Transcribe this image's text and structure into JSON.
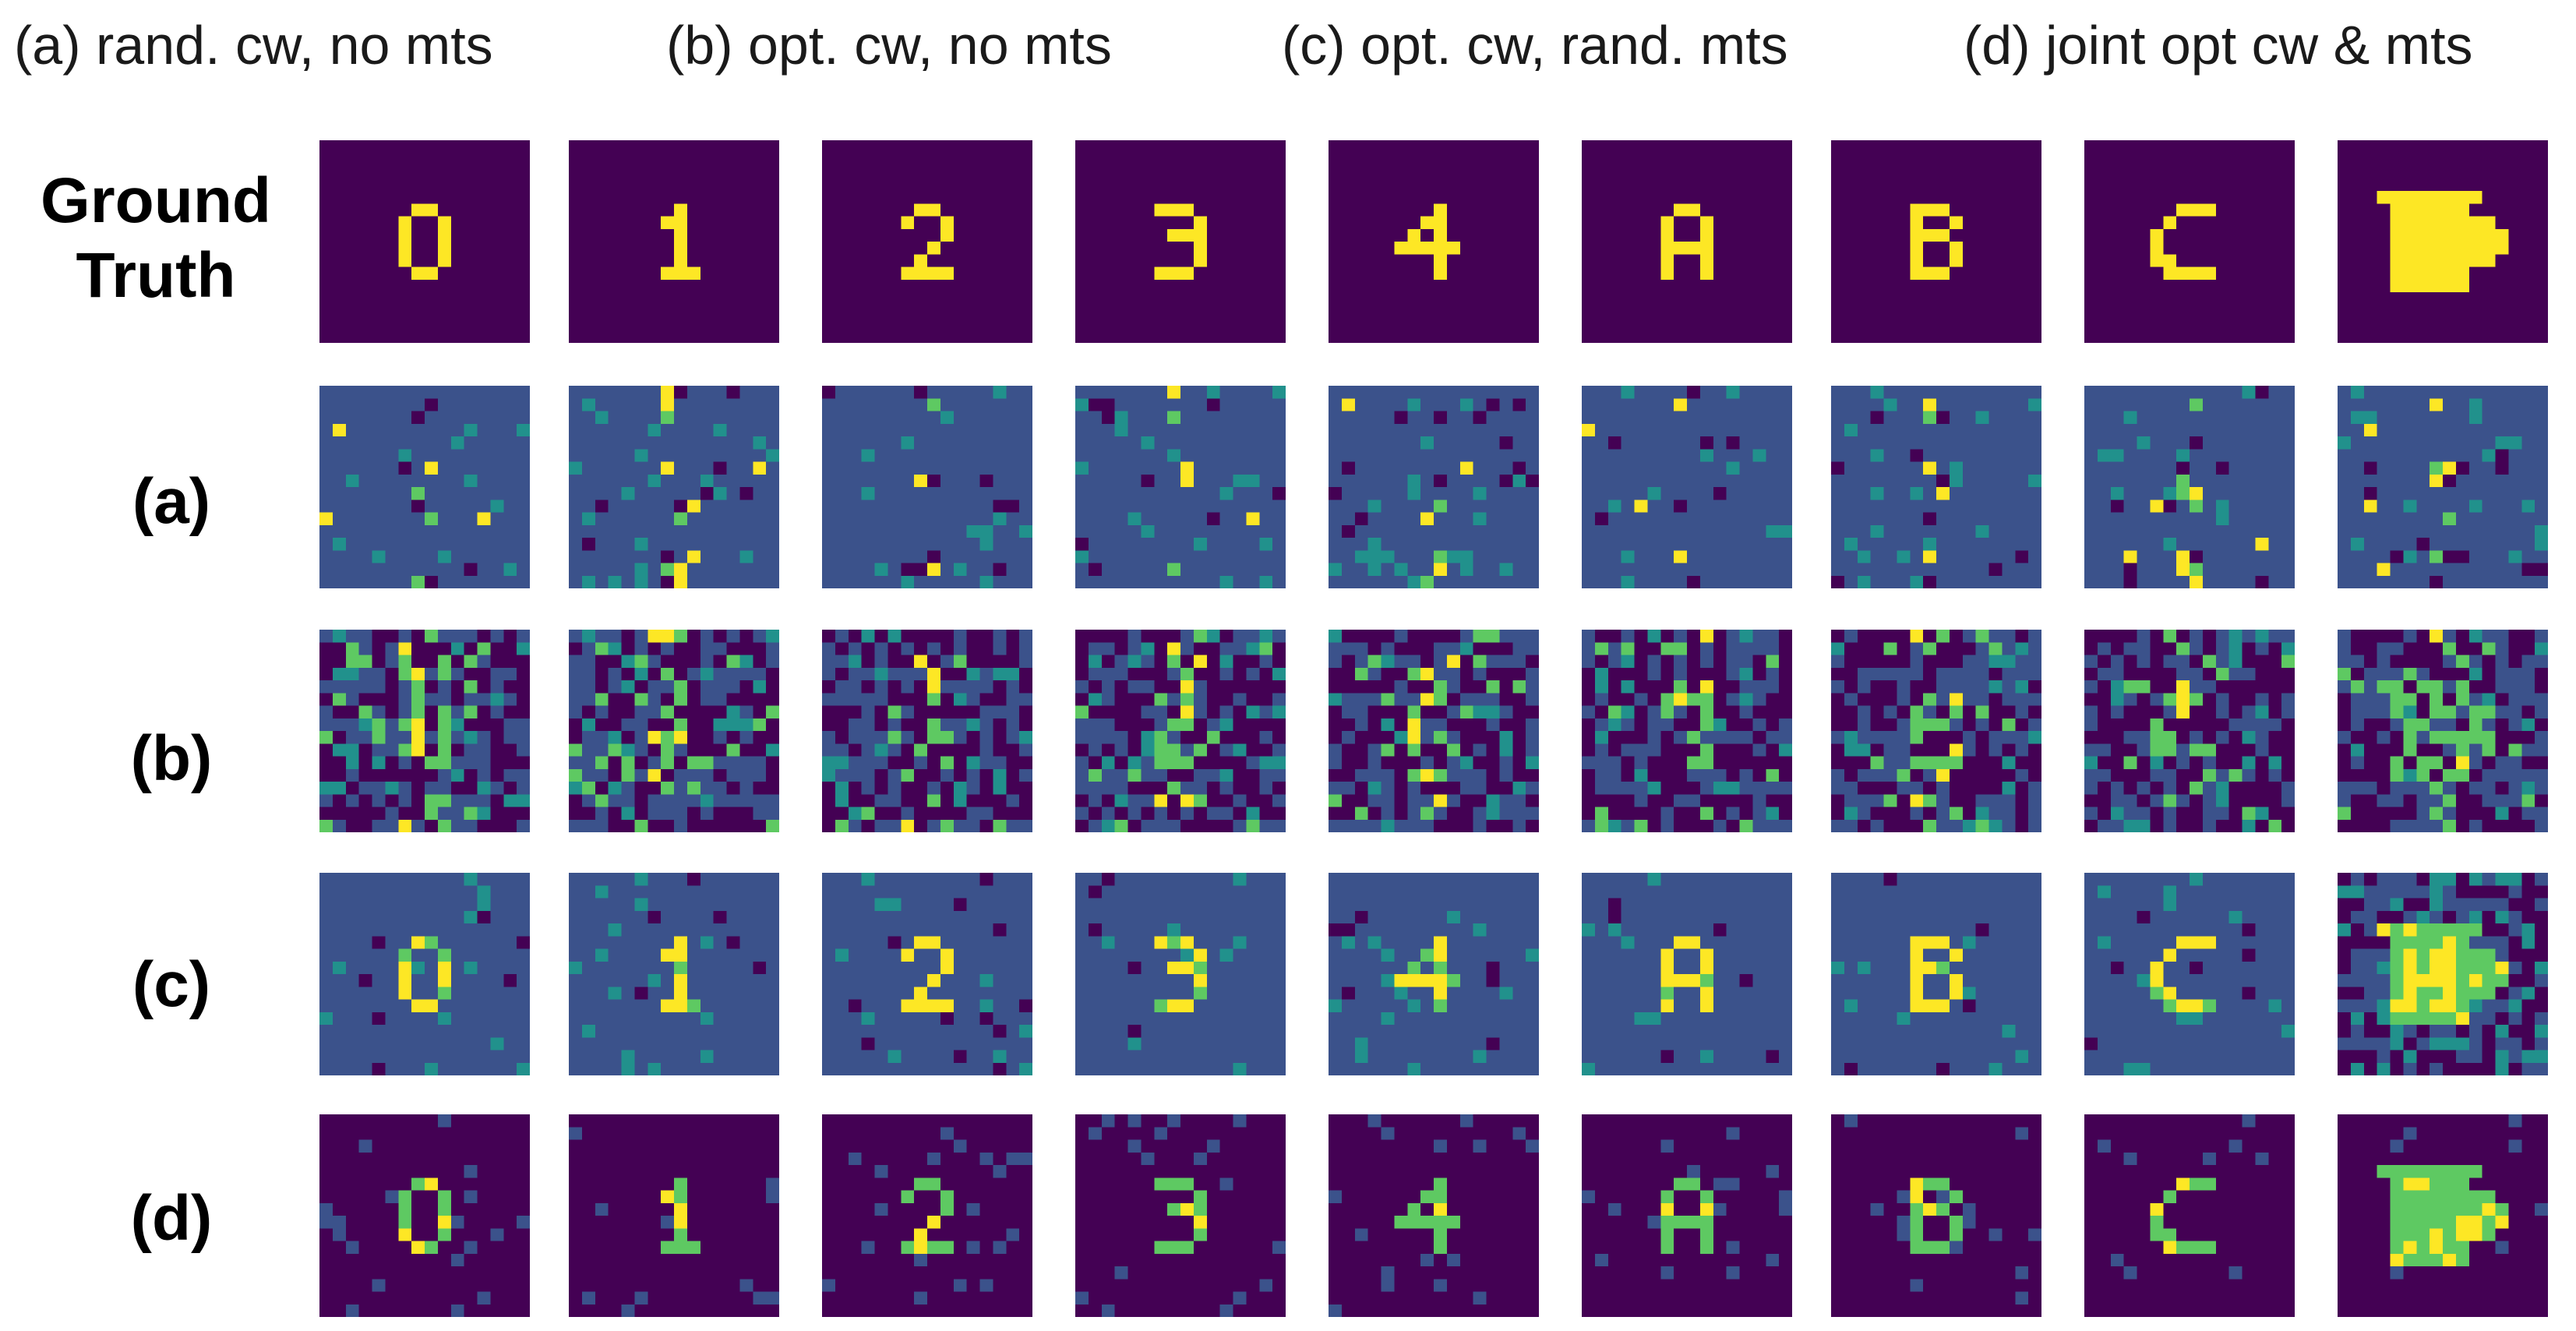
{
  "legend": [
    "(a) rand. cw, no mts",
    "(b) opt. cw, no mts",
    "(c) opt. cw, rand. mts",
    "(d) joint opt cw & mts"
  ],
  "row_labels": {
    "ground_truth": [
      "Ground",
      "Truth"
    ],
    "a": "(a)",
    "b": "(b)",
    "c": "(c)",
    "d": "(d)"
  },
  "columns": [
    "0",
    "1",
    "2",
    "3",
    "4",
    "A",
    "B",
    "C",
    "cup"
  ],
  "colors": {
    "background_dark": "#440154",
    "background_mid": "#3b528b",
    "teal": "#21918c",
    "green": "#5ec962",
    "yellow": "#fde725"
  }
}
